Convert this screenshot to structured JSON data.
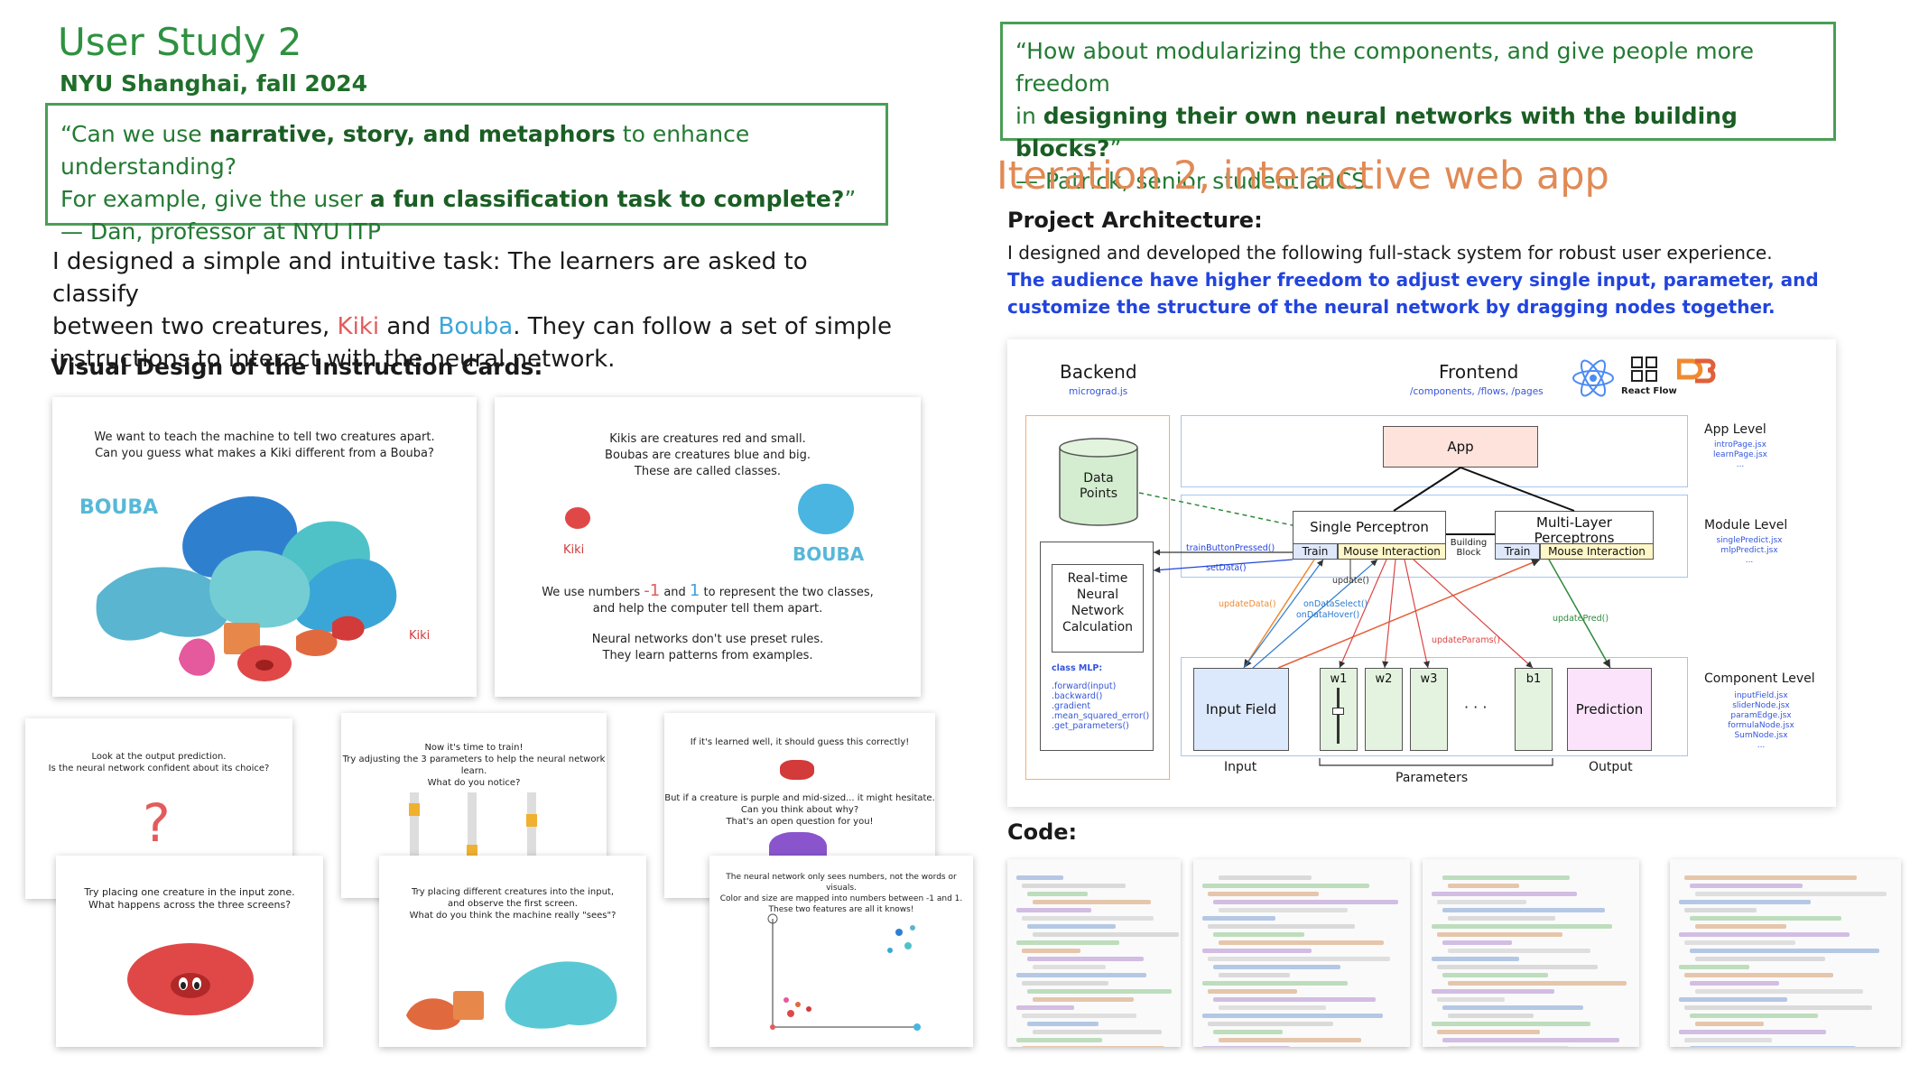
{
  "left": {
    "title": "User Study 2",
    "subtitle": "NYU Shanghai, fall 2024",
    "quote": {
      "p1": "“Can we use ",
      "b1": "narrative, story, and metaphors",
      "p2": " to enhance understanding?",
      "p3": "For example, give the user ",
      "b2": "a fun classification task to complete?",
      "p4": "”",
      "author": "— Dan, professor at NYU ITP"
    },
    "body": {
      "p1": "I designed a simple and intuitive task: The learners are asked to classify",
      "p2": "between two creatures, ",
      "kiki": "Kiki",
      "and": " and ",
      "bouba": "Bouba",
      "p3": ". They can follow a set of simple",
      "p4": "instructions to interact with the neural network."
    },
    "cards_heading": "Visual Design of the Instruction Cards:",
    "cards": {
      "c1": {
        "l1": "We want to teach the machine to tell two creatures apart.",
        "l2": "Can you guess what makes a Kiki different from a Bouba?",
        "bouba": "BOUBA",
        "kiki": "Kiki"
      },
      "c2": {
        "l1": "Kikis are creatures red and small.",
        "l2": "Boubas are creatures blue and big.",
        "l3": "These are called classes.",
        "kiki": "Kiki",
        "bouba": "BOUBA",
        "l4a": "We use numbers ",
        "neg1": "-1",
        "l4b": " and ",
        "one": "1",
        "l4c": " to represent the two classes,",
        "l5": "and help the computer tell them apart.",
        "l6": "Neural networks don't use preset rules.",
        "l7": "They learn patterns from examples."
      },
      "c3": {
        "l1": "Look at the output prediction.",
        "l2": "Is the neural network confident about its choice?",
        "mark": "?"
      },
      "c4": {
        "l1": "Now it's time to train!",
        "l2": "Try adjusting the 3 parameters to help the neural network learn.",
        "l3": "What do you notice?"
      },
      "c5": {
        "l1": "If it's learned well, it should guess this correctly!",
        "l2": "But if a creature is purple and mid-sized... it might hesitate.",
        "l3": "Can you think about why?",
        "l4": "That's an open question for you!"
      },
      "c6": {
        "l1": "Try placing one creature in the input zone.",
        "l2": "What happens across the three screens?"
      },
      "c7": {
        "l1": "Try placing different creatures into the input,",
        "l2": "and observe the first screen.",
        "l3": "What do you think the machine really \"sees\"?"
      },
      "c8": {
        "l1": "The neural network only sees numbers, not the words or visuals.",
        "l2": "Color and size are mapped into numbers between -1 and 1.",
        "l3": "These two features are all it knows!"
      }
    }
  },
  "right": {
    "quote": {
      "p1": "“How about modularizing the components, and give people more freedom",
      "p2": "in ",
      "b1": "designing their own neural networks with the building blocks?",
      "p3": "”",
      "author": "— Patrick, senior student at CS"
    },
    "iteration_title": "Iteration 2, interactive web app",
    "arch_heading": "Project Architecture:",
    "arch_line1": "I designed and developed the following full-stack system for robust user experience.",
    "arch_line2": "The audience have higher freedom to adjust every single input, parameter, and",
    "arch_line3": "customize the structure of the neural network by dragging nodes together.",
    "diagram": {
      "backend": "Backend",
      "backend_sub": "micrograd.js",
      "frontend": "Frontend",
      "frontend_sub": "/components, /flows, /pages",
      "react_flow": "React Flow",
      "data_points_1": "Data",
      "data_points_2": "Points",
      "rt1": "Real-time",
      "rt2": "Neural",
      "rt3": "Network",
      "rt4": "Calculation",
      "class_mlp": "class MLP:",
      "methods": [
        ".forward(input)",
        ".backward()",
        ".gradient",
        ".mean_squared_error()",
        ".get_parameters()"
      ],
      "app": "App",
      "app_level": "App Level",
      "app_files": [
        "introPage.jsx",
        "learnPage.jsx",
        "..."
      ],
      "single": "Single Perceptron",
      "multi1": "Multi-Layer",
      "multi2": "Perceptrons",
      "building1": "Building",
      "building2": "Block",
      "train": "Train",
      "mouse": "Mouse Interaction",
      "module_level": "Module Level",
      "module_files": [
        "singlePredict.jsx",
        "mlpPredict.jsx",
        "..."
      ],
      "train_button": "trainButtonPressed()",
      "set_data": "setData()",
      "update": "update()",
      "update_data": "updateData()",
      "on_select": "onDataSelect()",
      "on_hover": "onDataHover()",
      "update_params": "updateParams()",
      "update_pred": "updatePred()",
      "input_field": "Input Field",
      "w1": "w1",
      "w2": "w2",
      "w3": "w3",
      "dots": "· · ·",
      "b1": "b1",
      "prediction": "Prediction",
      "component_level": "Component Level",
      "component_files": [
        "inputField.jsx",
        "sliderNode.jsx",
        "paramEdge.jsx",
        "formulaNode.jsx",
        "SumNode.jsx",
        "..."
      ],
      "input_label": "Input",
      "params_label": "Parameters",
      "output_label": "Output"
    },
    "code_heading": "Code:"
  },
  "colors": {
    "green": "#2e9140",
    "dark_green": "#1a5e24",
    "orange": "#e08a55",
    "blue": "#2244dd",
    "kiki": "#e35b5b",
    "bouba": "#4ab5e0"
  }
}
